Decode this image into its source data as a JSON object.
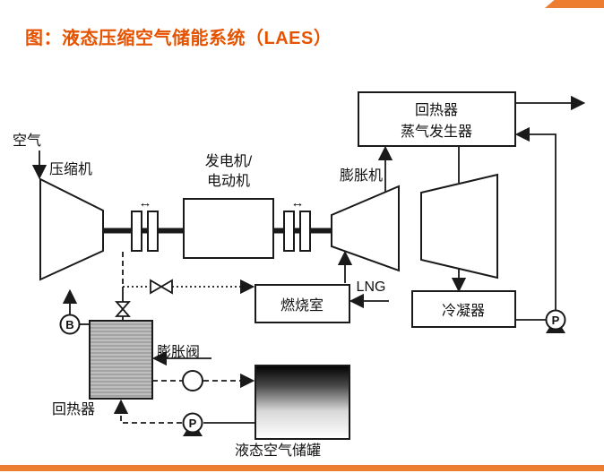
{
  "page": {
    "title": "图：液态压缩空气储能系统（LAES）",
    "accent_color": "#E65300",
    "band_color": "#ED7D31"
  },
  "diagram": {
    "labels": {
      "air": "空气",
      "compressor": "压缩机",
      "generator_line1": "发电机/",
      "generator_line2": "电动机",
      "expander": "膨胀机",
      "hrsg_line1": "回热器",
      "hrsg_line2": "蒸气发生器",
      "combustor": "燃烧室",
      "lng": "LNG",
      "condenser": "冷凝器",
      "expansion_valve": "膨胀阀",
      "cold_regenerator": "回热器",
      "tank": "液态空气储罐"
    },
    "symbols": {
      "pump": "P",
      "blower": "B",
      "coupling_arrow": "↔"
    }
  }
}
